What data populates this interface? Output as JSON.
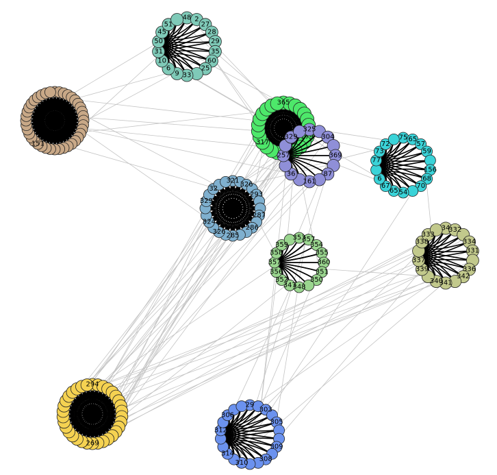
{
  "graph": {
    "colors": {
      "teal": "#7fcab8",
      "tan": "#c8a887",
      "green": "#4de86a",
      "purple": "#8f8fd8",
      "cyan": "#3ad3d8",
      "steel": "#7fb0cf",
      "light_green": "#9ad68f",
      "olive": "#c2c98c",
      "yellow": "#f5d251",
      "blue": "#6b92ef",
      "inter_edge": "#c4c4c4",
      "intra_edge": "#000000"
    },
    "clusters": [
      {
        "id": "teal",
        "color_key": "teal",
        "labels": [
          "48",
          "2",
          "27",
          "28",
          "29",
          "35",
          "60",
          "25",
          "33",
          "9",
          "6",
          "10",
          "31",
          "50",
          "45",
          "51"
        ]
      },
      {
        "id": "tan",
        "color_key": "tan",
        "labels": [
          "151"
        ]
      },
      {
        "id": "green",
        "color_key": "green",
        "labels": [
          "365",
          "179",
          "317"
        ]
      },
      {
        "id": "purple",
        "color_key": "purple",
        "labels": [
          "325",
          "304",
          "369",
          "87",
          "161",
          "36",
          "257",
          "329"
        ]
      },
      {
        "id": "cyan",
        "color_key": "cyan",
        "labels": [
          "75",
          "65",
          "57",
          "59",
          "156",
          "68",
          "70",
          "54",
          "65",
          "67",
          "6",
          "77",
          "73",
          "72"
        ]
      },
      {
        "id": "steel",
        "color_key": "steel",
        "labels": [
          "321",
          "326",
          "293",
          "287",
          "286",
          "285",
          "326",
          "324",
          "329",
          "32"
        ]
      },
      {
        "id": "light-green",
        "color_key": "light_green",
        "labels": [
          "353",
          "357",
          "354",
          "355",
          "360",
          "351",
          "350",
          "348",
          "347",
          "352",
          "356",
          "357",
          "358",
          "359"
        ]
      },
      {
        "id": "olive",
        "color_key": "olive",
        "labels": [
          "34",
          "332",
          "334",
          "331",
          "336",
          "342",
          "341",
          "340",
          "339",
          "337",
          "338",
          "333"
        ]
      },
      {
        "id": "yellow",
        "color_key": "yellow",
        "labels": [
          "294",
          "269"
        ]
      },
      {
        "id": "blue",
        "color_key": "blue",
        "labels": [
          "29",
          "303",
          "305",
          "309",
          "308",
          "310",
          "314",
          "312",
          "306"
        ]
      }
    ]
  }
}
